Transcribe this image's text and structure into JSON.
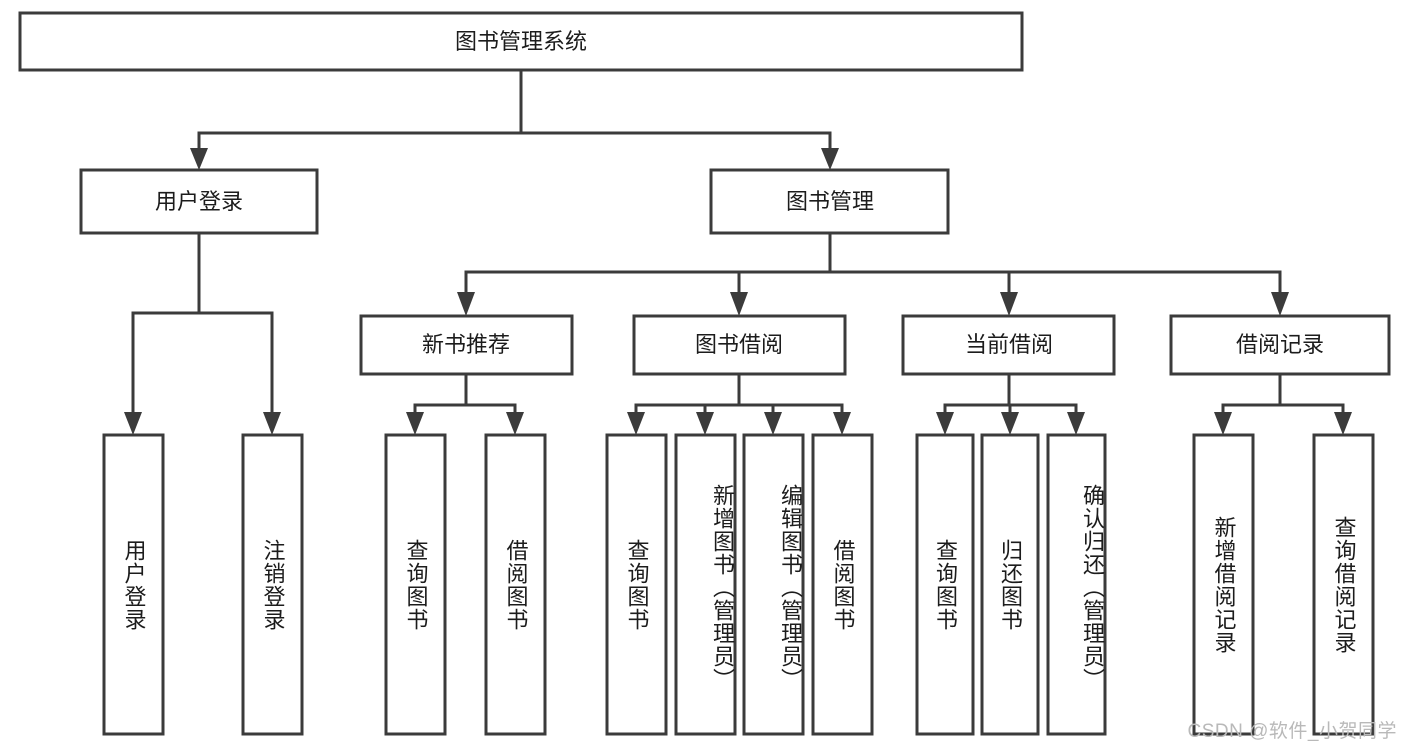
{
  "diagram": {
    "title": "图书管理系统",
    "type": "tree-hierarchy",
    "watermark": "CSDN @软件_小贺同学",
    "colors": {
      "stroke": "#3b3b3b",
      "fill": "#ffffff",
      "text": "#1c1c1c",
      "watermark": "#b9b9b9"
    },
    "root": {
      "label": "图书管理系统"
    },
    "level2": [
      {
        "id": "user-login",
        "label": "用户登录"
      },
      {
        "id": "book-management",
        "label": "图书管理"
      }
    ],
    "level3": [
      {
        "id": "new-book-recommend",
        "label": "新书推荐",
        "parent": "book-management"
      },
      {
        "id": "book-borrow",
        "label": "图书借阅",
        "parent": "book-management"
      },
      {
        "id": "current-borrow",
        "label": "当前借阅",
        "parent": "book-management"
      },
      {
        "id": "borrow-record",
        "label": "借阅记录",
        "parent": "book-management"
      }
    ],
    "leaves": {
      "user-login": [
        {
          "id": "leaf-user-login",
          "label": "用户登录"
        },
        {
          "id": "leaf-logout",
          "label": "注销登录"
        }
      ],
      "new-book-recommend": [
        {
          "id": "leaf-query-book-1",
          "label": "查询图书"
        },
        {
          "id": "leaf-borrow-book-1",
          "label": "借阅图书"
        }
      ],
      "book-borrow": [
        {
          "id": "leaf-query-book-2",
          "label": "查询图书"
        },
        {
          "id": "leaf-add-book",
          "label": "新增图书（管理员）"
        },
        {
          "id": "leaf-edit-book",
          "label": "编辑图书（管理员）"
        },
        {
          "id": "leaf-borrow-book-2",
          "label": "借阅图书"
        }
      ],
      "current-borrow": [
        {
          "id": "leaf-query-book-3",
          "label": "查询图书"
        },
        {
          "id": "leaf-return-book",
          "label": "归还图书"
        },
        {
          "id": "leaf-confirm-return",
          "label": "确认归还（管理员）"
        }
      ],
      "borrow-record": [
        {
          "id": "leaf-add-record",
          "label": "新增借阅记录"
        },
        {
          "id": "leaf-query-record",
          "label": "查询借阅记录"
        }
      ]
    }
  }
}
